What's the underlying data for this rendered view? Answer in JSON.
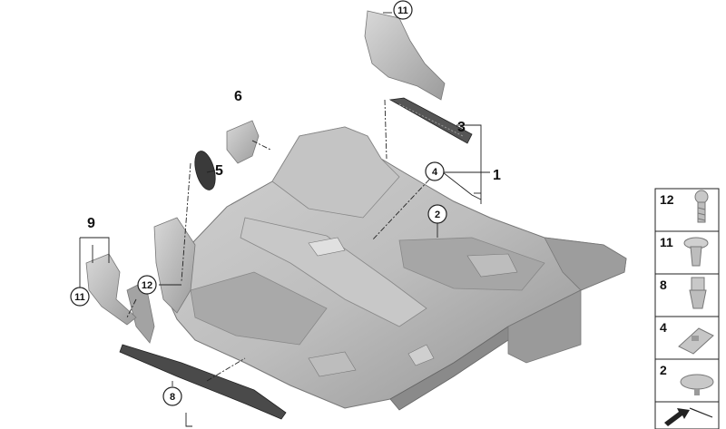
{
  "callouts": {
    "c1": "1",
    "c2": "2",
    "c3": "3",
    "c4": "4",
    "c5": "5",
    "c6": "6",
    "c8": "8",
    "c9": "9",
    "c11a": "11",
    "c11b": "11",
    "c12": "12"
  },
  "legend": {
    "items": [
      {
        "number": "12",
        "part": "screw"
      },
      {
        "number": "11",
        "part": "expanding-rivet"
      },
      {
        "number": "8",
        "part": "clip"
      },
      {
        "number": "4",
        "part": "fastener-plate"
      },
      {
        "number": "2",
        "part": "round-pad"
      }
    ]
  },
  "colors": {
    "part_fill": "#b9b9b9",
    "part_dark": "#8e8e8e",
    "part_light": "#d6d6d6",
    "line": "#222222"
  }
}
